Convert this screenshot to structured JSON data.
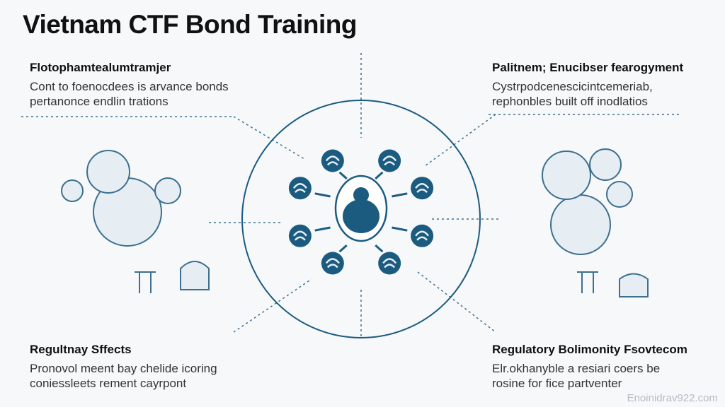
{
  "title": "Vietnam CTF Bond Training",
  "sections": {
    "top_left": {
      "heading": "Flotophamtealumtramjer",
      "body_lines": [
        "Cont to foenocdees is arvance bonds",
        "pertanonce endlin trations"
      ]
    },
    "top_right": {
      "heading": "Palitnem; Enucibser fearogyment",
      "body_lines": [
        "Cystrpodcenescicintcemeriab,",
        "rephonbles built off inodlatios"
      ]
    },
    "bottom_left": {
      "heading": "Regultnay Sffects",
      "body_lines": [
        "Pronovol meent bay chelide icoring",
        "coniessleets rement cayrpont"
      ]
    },
    "bottom_right": {
      "heading": "Regulatory Bolimonity Fsovtecom",
      "body_lines": [
        "Elr.okhanyble a resiari coers be",
        "rosine for fice partventer"
      ]
    }
  },
  "watermark": "Enoinidrav922.com",
  "colors": {
    "accent": "#1b5b80",
    "line": "#3d6f8e",
    "background": "#f6f8fa"
  }
}
